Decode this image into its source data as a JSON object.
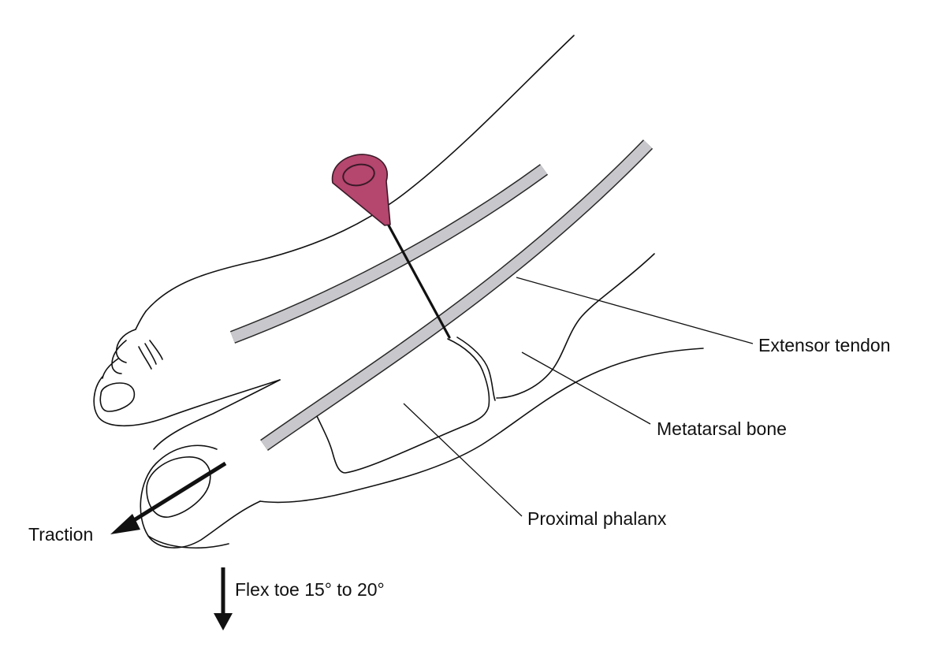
{
  "labels": {
    "extensor_tendon": "Extensor tendon",
    "metatarsal_bone": "Metatarsal bone",
    "proximal_phalanx": "Proximal phalanx",
    "traction": "Traction",
    "flex_toe": "Flex toe 15° to 20°"
  },
  "colors": {
    "line": "#111111",
    "tendon": "#c8c8cc",
    "needle_hub": "#b5466e",
    "hub_outline": "#3a1a28"
  },
  "icons": {
    "traction_arrow": "arrow-left-down-icon",
    "flex_arrow": "arrow-down-icon"
  }
}
